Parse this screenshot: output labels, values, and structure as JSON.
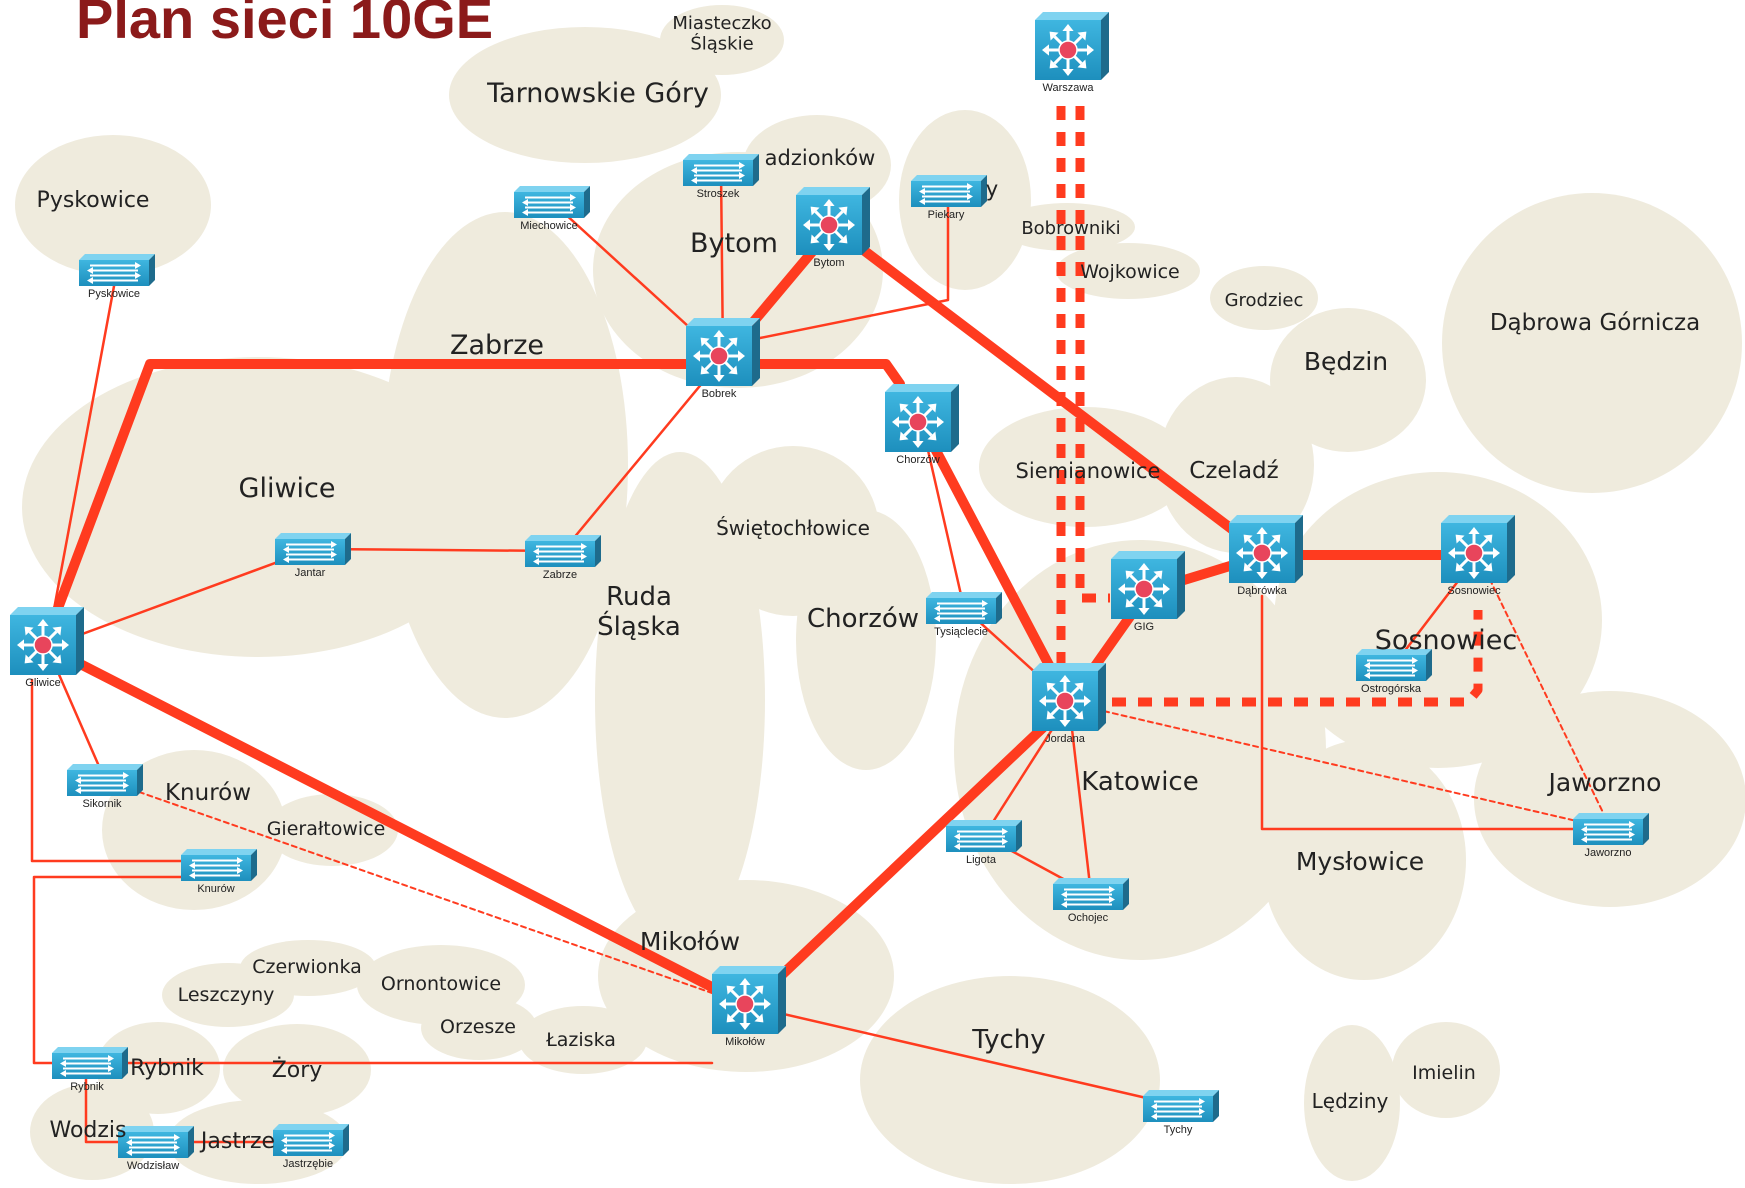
{
  "title": "Plan sieci 10GE",
  "colors": {
    "region_fill": "#efebdd",
    "link": "#ff3b1f",
    "device_face": "#29a5d3",
    "device_dark": "#1e6b8c",
    "device_light": "#7fd3f0",
    "hub_dot": "#e8455c",
    "title": "#8b1a1a"
  },
  "icons": {
    "core_switch": "layer3-switch-icon",
    "access_switch": "workgroup-switch-icon"
  },
  "regions": [
    {
      "id": "miasteczko",
      "label": "Miasteczko Śląskie",
      "lines": [
        "Miasteczko",
        "Śląskie"
      ]
    },
    {
      "id": "tarnowskie-gory",
      "label": "Tarnowskie Góry"
    },
    {
      "id": "radzionkow",
      "label": "Radzionków",
      "display": "adzionków"
    },
    {
      "id": "piekary",
      "label": "Piekary",
      "display": "y"
    },
    {
      "id": "pyskowice",
      "label": "Pyskowice"
    },
    {
      "id": "bytom",
      "label": "Bytom"
    },
    {
      "id": "bobrowniki",
      "label": "Bobrowniki"
    },
    {
      "id": "wojkowice",
      "label": "Wojkowice"
    },
    {
      "id": "grodziec",
      "label": "Grodziec"
    },
    {
      "id": "dabrowa-gornicza",
      "label": "Dąbrowa Górnicza"
    },
    {
      "id": "bedzin",
      "label": "Będzin"
    },
    {
      "id": "zabrze",
      "label": "Zabrze"
    },
    {
      "id": "gliwice",
      "label": "Gliwice"
    },
    {
      "id": "siemianowice",
      "label": "Siemianowice"
    },
    {
      "id": "czeladz",
      "label": "Czeladź"
    },
    {
      "id": "swietochlowice",
      "label": "Świętochłowice"
    },
    {
      "id": "ruda-slaska",
      "label": "Ruda Śląska",
      "lines": [
        "Ruda",
        "Śląska"
      ]
    },
    {
      "id": "chorzow",
      "label": "Chorzów"
    },
    {
      "id": "sosnowiec",
      "label": "Sosnowiec"
    },
    {
      "id": "katowice",
      "label": "Katowice"
    },
    {
      "id": "jaworzno",
      "label": "Jaworzno"
    },
    {
      "id": "myslowice",
      "label": "Mysłowice"
    },
    {
      "id": "knurow",
      "label": "Knurów"
    },
    {
      "id": "gieraltowice",
      "label": "Gierałtowice"
    },
    {
      "id": "mikolow",
      "label": "Mikołów"
    },
    {
      "id": "czerwionka",
      "label": "Czerwionka"
    },
    {
      "id": "leszczyny",
      "label": "Leszczyny"
    },
    {
      "id": "ornontowice",
      "label": "Ornontowice"
    },
    {
      "id": "orzesze",
      "label": "Orzesze"
    },
    {
      "id": "laziska",
      "label": "Łaziska"
    },
    {
      "id": "tychy",
      "label": "Tychy"
    },
    {
      "id": "rybnik",
      "label": "Rybnik"
    },
    {
      "id": "zory",
      "label": "Żory"
    },
    {
      "id": "wodzislaw",
      "label": "Wodzisław",
      "display": "Wodzis"
    },
    {
      "id": "jastrzebie",
      "label": "Jastrzębie",
      "display": "Jastrze"
    },
    {
      "id": "ledziny",
      "label": "Lędziny"
    },
    {
      "id": "imielin",
      "label": "Imielin"
    }
  ],
  "devices": [
    {
      "id": "warszawa",
      "label": "Warszawa",
      "kind": "core"
    },
    {
      "id": "bytom",
      "label": "Bytom",
      "kind": "core"
    },
    {
      "id": "bobrek",
      "label": "Bobrek",
      "kind": "core"
    },
    {
      "id": "chorzow",
      "label": "Chorzów",
      "kind": "core"
    },
    {
      "id": "gliwice",
      "label": "Gliwice",
      "kind": "core"
    },
    {
      "id": "gig",
      "label": "GIG",
      "kind": "core"
    },
    {
      "id": "dabrowka",
      "label": "Dąbrówka",
      "kind": "core"
    },
    {
      "id": "sosnowiec",
      "label": "Sosnowiec",
      "kind": "core"
    },
    {
      "id": "jordana",
      "label": "Jordana",
      "kind": "core"
    },
    {
      "id": "mikolow",
      "label": "Mikołów",
      "kind": "core"
    },
    {
      "id": "stroszek",
      "label": "Stroszek",
      "kind": "access"
    },
    {
      "id": "miechowice",
      "label": "Miechowice",
      "kind": "access"
    },
    {
      "id": "piekary",
      "label": "Piekary",
      "kind": "access"
    },
    {
      "id": "pyskowice",
      "label": "Pyskowice",
      "kind": "access"
    },
    {
      "id": "jantar",
      "label": "Jantar",
      "kind": "access"
    },
    {
      "id": "zabrze",
      "label": "Zabrze",
      "kind": "access"
    },
    {
      "id": "tysiaclecie",
      "label": "Tysiąclecie",
      "kind": "access"
    },
    {
      "id": "ostrogorska",
      "label": "Ostrogórska",
      "kind": "access"
    },
    {
      "id": "sikornik",
      "label": "Sikornik",
      "kind": "access"
    },
    {
      "id": "knurow",
      "label": "Knurów",
      "kind": "access"
    },
    {
      "id": "ligota",
      "label": "Ligota",
      "kind": "access"
    },
    {
      "id": "ochojec",
      "label": "Ochojec",
      "kind": "access"
    },
    {
      "id": "jaworzno",
      "label": "Jaworzno",
      "kind": "access"
    },
    {
      "id": "rybnik",
      "label": "Rybnik",
      "kind": "access"
    },
    {
      "id": "wodzislaw",
      "label": "Wodzisław",
      "kind": "access"
    },
    {
      "id": "jastrzebie",
      "label": "Jastrzębie",
      "kind": "access"
    },
    {
      "id": "tychy",
      "label": "Tychy",
      "kind": "access"
    }
  ],
  "links": [
    {
      "from": "gliwice",
      "to": "bobrek",
      "style": "thick"
    },
    {
      "from": "bobrek",
      "to": "chorzow",
      "style": "thick"
    },
    {
      "from": "bobrek",
      "to": "bytom",
      "style": "thick"
    },
    {
      "from": "bytom",
      "to": "dabrowka",
      "style": "thick"
    },
    {
      "from": "gliwice",
      "to": "mikolow",
      "style": "thick"
    },
    {
      "from": "mikolow",
      "to": "jordana",
      "style": "thick"
    },
    {
      "from": "chorzow",
      "to": "jordana",
      "style": "thick"
    },
    {
      "from": "jordana",
      "to": "gig",
      "style": "thick"
    },
    {
      "from": "gig",
      "to": "dabrowka",
      "style": "thick"
    },
    {
      "from": "dabrowka",
      "to": "sosnowiec",
      "style": "thick"
    },
    {
      "from": "warszawa",
      "to": "jordana",
      "style": "dashed-thick"
    },
    {
      "from": "warszawa",
      "to": "gig",
      "style": "dashed-thick"
    },
    {
      "from": "jordana",
      "to": "sosnowiec",
      "style": "dashed-thick"
    },
    {
      "from": "bobrek",
      "to": "stroszek",
      "style": "thin"
    },
    {
      "from": "bobrek",
      "to": "miechowice",
      "style": "thin"
    },
    {
      "from": "bobrek",
      "to": "piekary",
      "style": "thin"
    },
    {
      "from": "bobrek",
      "to": "zabrze",
      "style": "thin"
    },
    {
      "from": "zabrze",
      "to": "jantar",
      "style": "thin"
    },
    {
      "from": "jantar",
      "to": "gliwice",
      "style": "thin"
    },
    {
      "from": "pyskowice",
      "to": "gliwice",
      "style": "thin"
    },
    {
      "from": "gliwice",
      "to": "sikornik",
      "style": "thin"
    },
    {
      "from": "gliwice",
      "to": "knurow",
      "style": "thin"
    },
    {
      "from": "knurow",
      "to": "rybnik",
      "style": "thin"
    },
    {
      "from": "rybnik",
      "to": "mikolow",
      "style": "thin"
    },
    {
      "from": "rybnik",
      "to": "wodzislaw",
      "style": "thin"
    },
    {
      "from": "wodzislaw",
      "to": "jastrzebie",
      "style": "thin"
    },
    {
      "from": "chorzow",
      "to": "tysiaclecie",
      "style": "thin"
    },
    {
      "from": "tysiaclecie",
      "to": "jordana",
      "style": "thin"
    },
    {
      "from": "jordana",
      "to": "ligota",
      "style": "thin"
    },
    {
      "from": "ligota",
      "to": "ochojec",
      "style": "thin"
    },
    {
      "from": "jordana",
      "to": "ochojec",
      "style": "thin"
    },
    {
      "from": "mikolow",
      "to": "tychy",
      "style": "thin"
    },
    {
      "from": "dabrowka",
      "to": "jaworzno",
      "style": "thin"
    },
    {
      "from": "sosnowiec",
      "to": "ostrogorska",
      "style": "thin"
    },
    {
      "from": "sikornik",
      "to": "mikolow",
      "style": "dotted"
    },
    {
      "from": "jordana",
      "to": "jaworzno",
      "style": "dotted"
    },
    {
      "from": "sosnowiec",
      "to": "jaworzno",
      "style": "dotted"
    }
  ]
}
